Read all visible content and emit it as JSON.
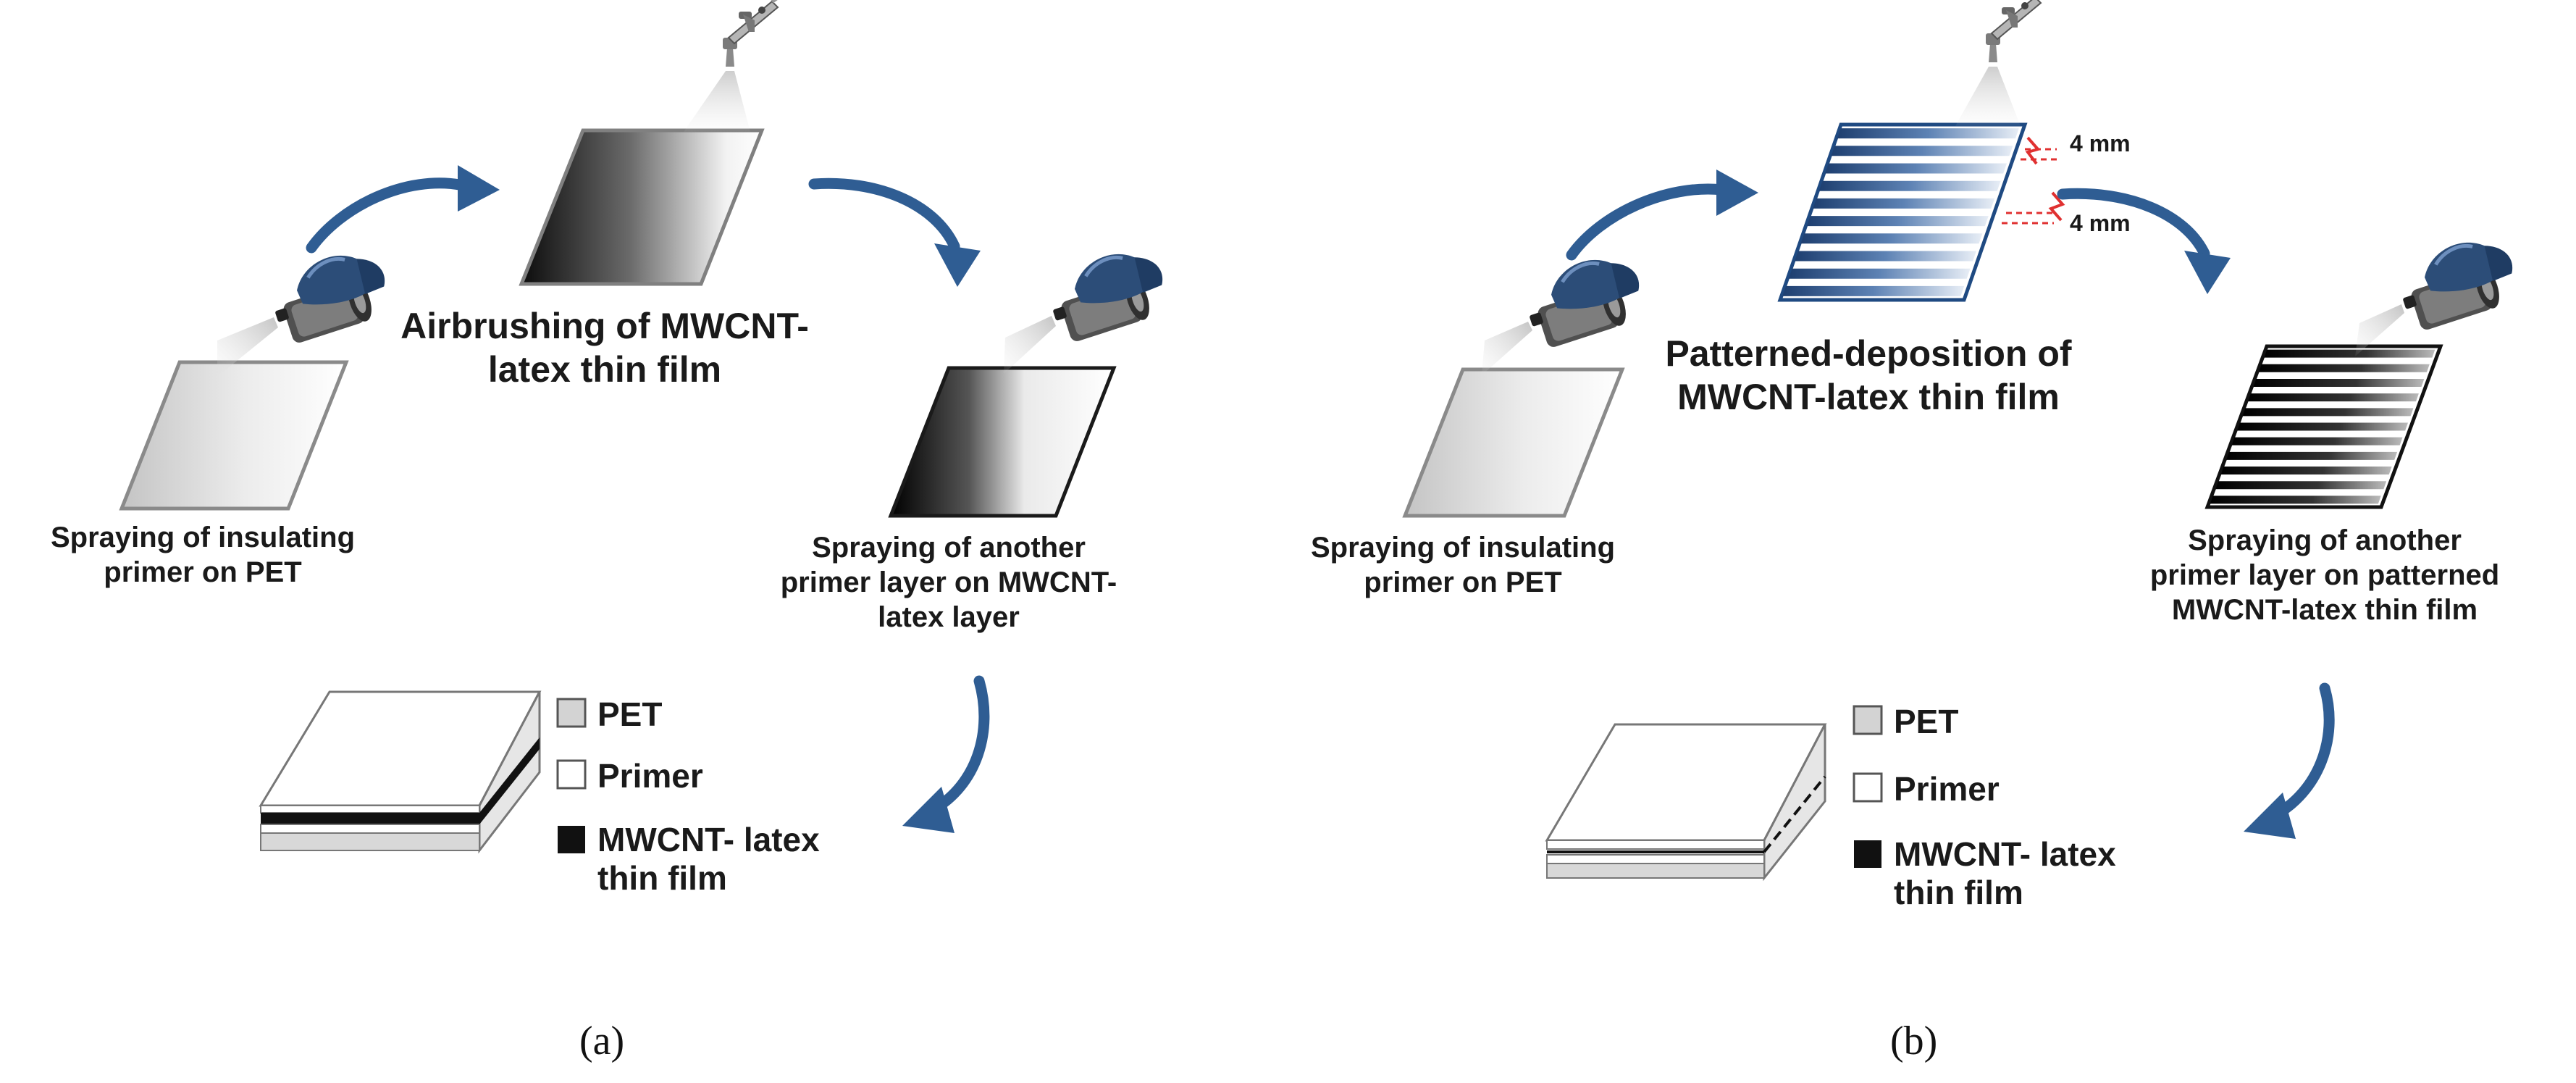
{
  "colors": {
    "arrow": "#2f5d93",
    "film": "#111111",
    "pet": "#d3d3d3",
    "primer": "#ffffff",
    "pattern_blue": "#1f4a82",
    "dimension_red": "#e03030"
  },
  "icons": [
    "spray-can-hand-icon",
    "airbrush-icon",
    "curved-arrow-icon"
  ],
  "panel_a": {
    "step1": "Spraying of insulating\nprimer on PET",
    "step2": "Airbrushing of MWCNT-\nlatex thin film",
    "step3": "Spraying of another\nprimer layer on MWCNT-\nlatex layer",
    "legend": {
      "pet": "PET",
      "primer": "Primer",
      "film": "MWCNT- latex\nthin film"
    },
    "caption": "(a)"
  },
  "panel_b": {
    "step1": "Spraying of insulating\nprimer on PET",
    "step2": "Patterned-deposition of\nMWCNT-latex thin film",
    "step3": "Spraying of another\nprimer layer on patterned\nMWCNT-latex thin film",
    "dimension_1": "4 mm",
    "dimension_2": "4 mm",
    "legend": {
      "pet": "PET",
      "primer": "Primer",
      "film": "MWCNT- latex\nthin film"
    },
    "caption": "(b)"
  }
}
